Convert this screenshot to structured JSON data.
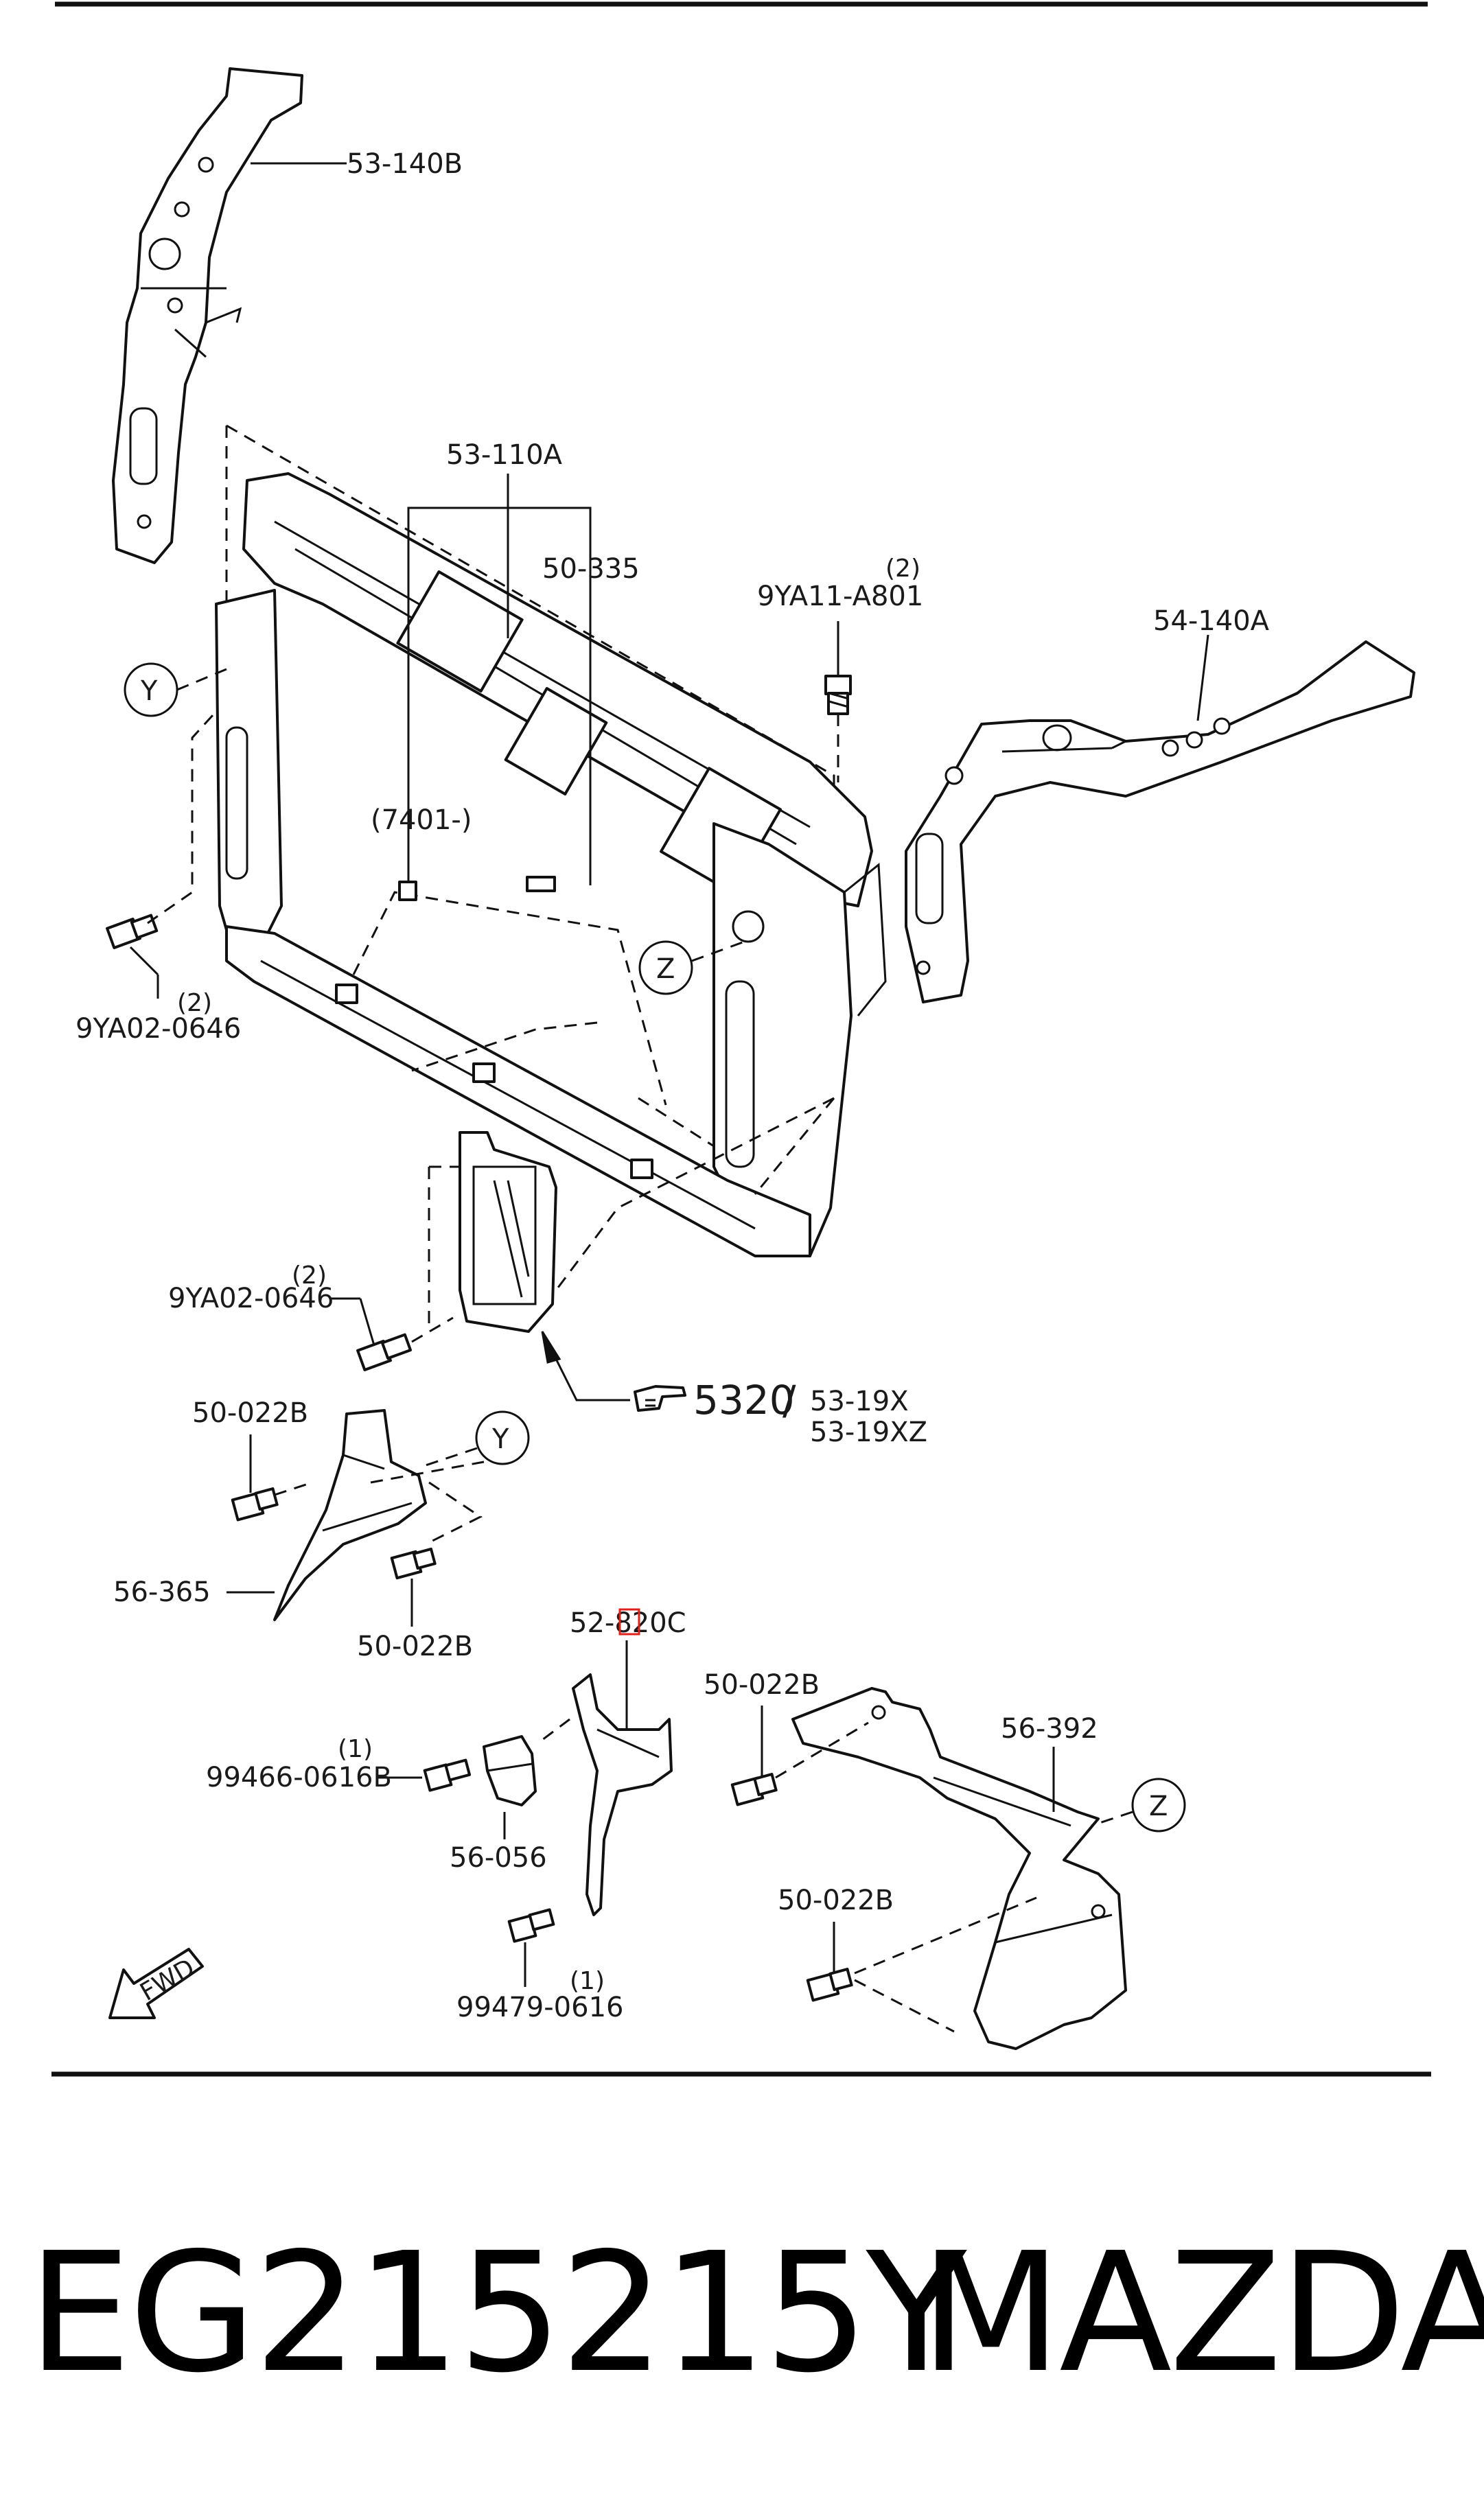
{
  "labels": {
    "p53_140b": "53-140B",
    "p53_110a": "53-110A",
    "p50_335": "50-335",
    "p9ya11_qty": "(2)",
    "p9ya11": "9YA11-A801",
    "p54_140a": "54-140A",
    "ref_y": "Y",
    "ref_z": "Z",
    "p7401": "(7401-)",
    "p9ya02_qty_a": "(2)",
    "p9ya02_a": "9YA02-0646",
    "p9ya02_qty_b": "(2)",
    "p9ya02_b": "9YA02-0646",
    "ref_5320": "5320",
    "ref_slash": "/",
    "p53_19x": "53-19X",
    "p53_19xz": "53-19XZ",
    "p50_022b_a": "50-022B",
    "p56_365": "56-365",
    "p50_022b_b": "50-022B",
    "p52_820c": "52-820C",
    "p50_022b_c": "50-022B",
    "p56_392": "56-392",
    "p99466_qty": "(1)",
    "p99466": "99466-0616B",
    "p56_056": "56-056",
    "p50_022b_d": "50-022B",
    "p99479_qty": "(1)",
    "p99479": "99479-0616",
    "fwd": "FWD"
  },
  "footer": {
    "part_code": "EG215215Y",
    "brand": "MAZDA"
  },
  "icons": {
    "pointer": "pointing-hand-icon",
    "forward": "fwd-arrow-icon"
  },
  "colors": {
    "ink": "#111111",
    "highlight": "#e0201a"
  }
}
